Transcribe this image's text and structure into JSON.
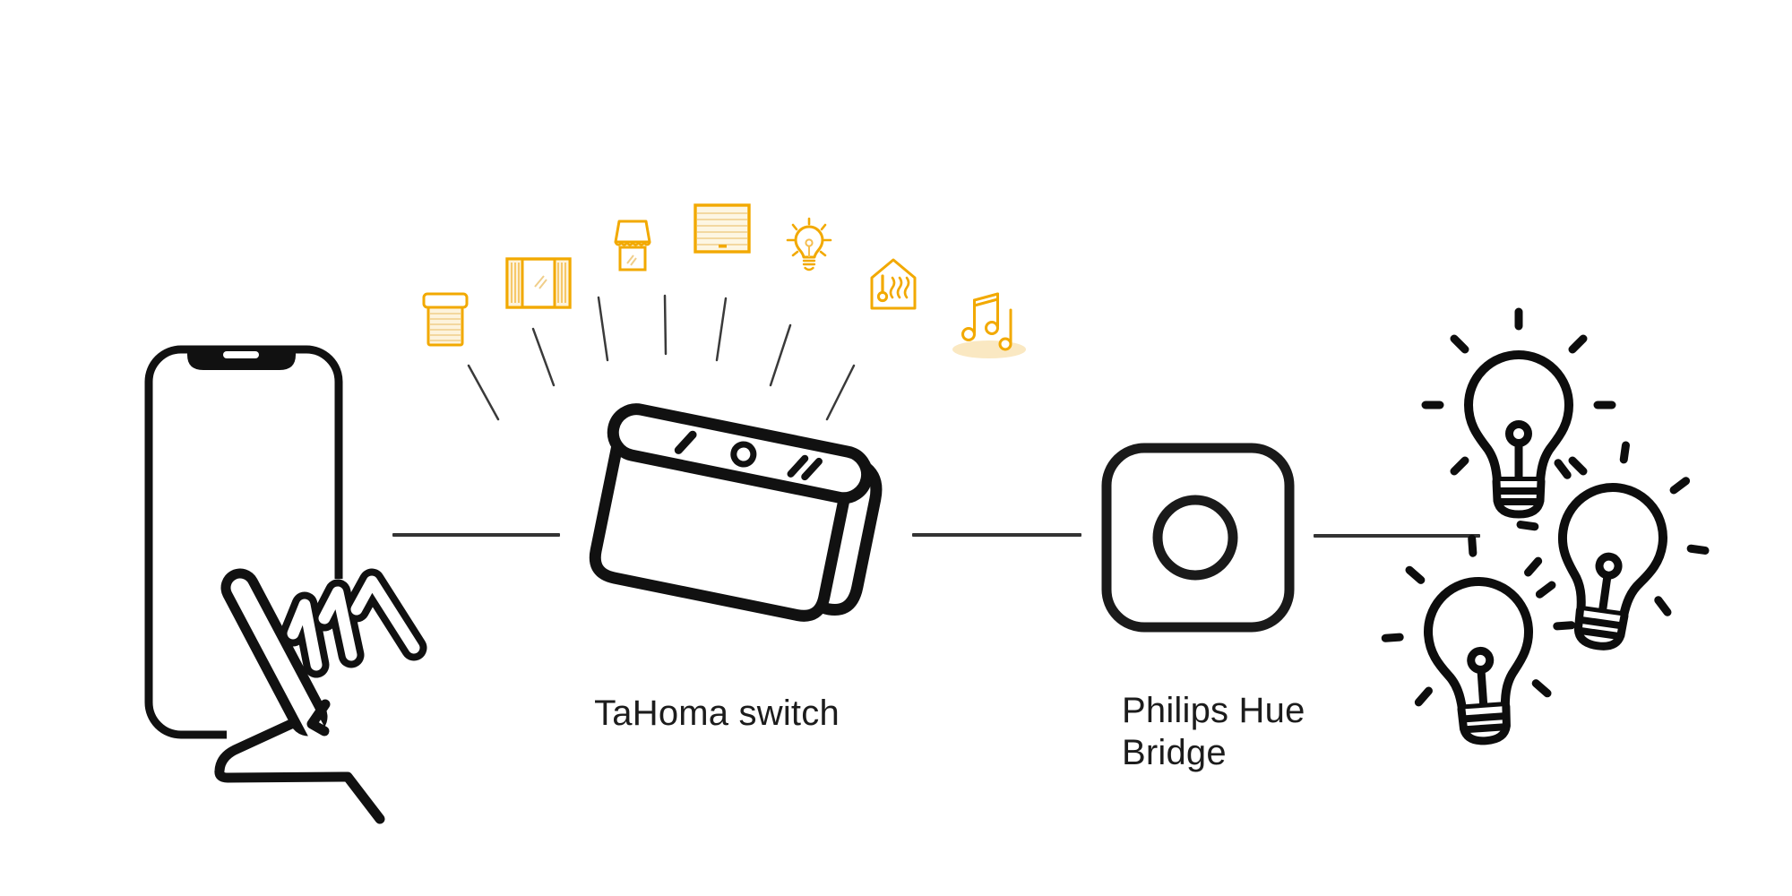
{
  "diagram_title": "TaHoma switch to Philips Hue connection diagram",
  "devices": {
    "phone": {
      "name": "smartphone with pointing hand"
    },
    "tahoma": {
      "label": "TaHoma switch",
      "power_symbols": [
        "I",
        "O",
        "II"
      ]
    },
    "hue_bridge": {
      "label_lines": [
        "Philips Hue",
        "Bridge"
      ]
    },
    "bulbs": {
      "count": 3
    }
  },
  "smart_home_icons": [
    {
      "name": "roller-shutter"
    },
    {
      "name": "window-curtains"
    },
    {
      "name": "awning"
    },
    {
      "name": "garage-door"
    },
    {
      "name": "light-bulb"
    },
    {
      "name": "heating"
    },
    {
      "name": "music"
    }
  ],
  "connectors": {
    "count": 3
  },
  "colors": {
    "accent_yellow": "#F2A900",
    "accent_yellow_light": "#F0CE8A",
    "accent_cream": "#FDF3DC",
    "music_shadow": "#FAE8C2",
    "ink": "#111111",
    "connector_line": "#333333",
    "background": "#ffffff"
  }
}
